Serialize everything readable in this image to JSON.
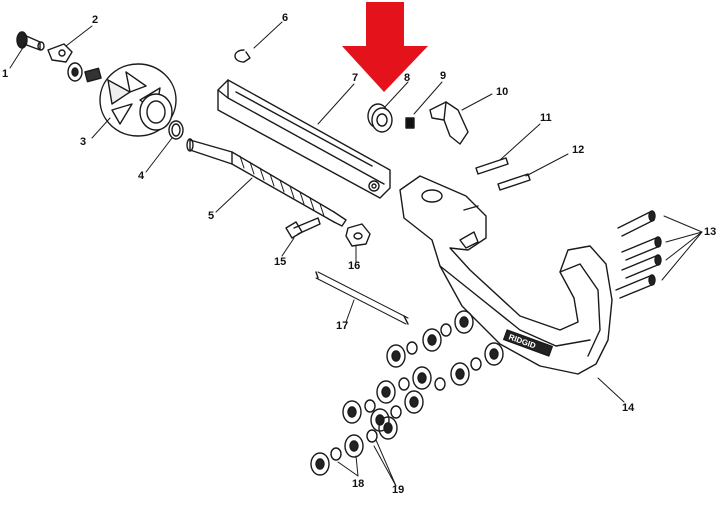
{
  "parts": {
    "p1": "1",
    "p2": "2",
    "p3": "3",
    "p4": "4",
    "p5": "5",
    "p6": "6",
    "p7": "7",
    "p8": "8",
    "p9": "9",
    "p10": "10",
    "p11": "11",
    "p12": "12",
    "p13": "13",
    "p14": "14",
    "p15": "15",
    "p16": "16",
    "p17": "17",
    "p18": "18",
    "p19": "19"
  },
  "frame_marking": "RIDGID",
  "highlight": {
    "target_part": "8",
    "color": "#e3121b"
  },
  "colors": {
    "line": "#1a1a1a",
    "background": "#ffffff"
  }
}
